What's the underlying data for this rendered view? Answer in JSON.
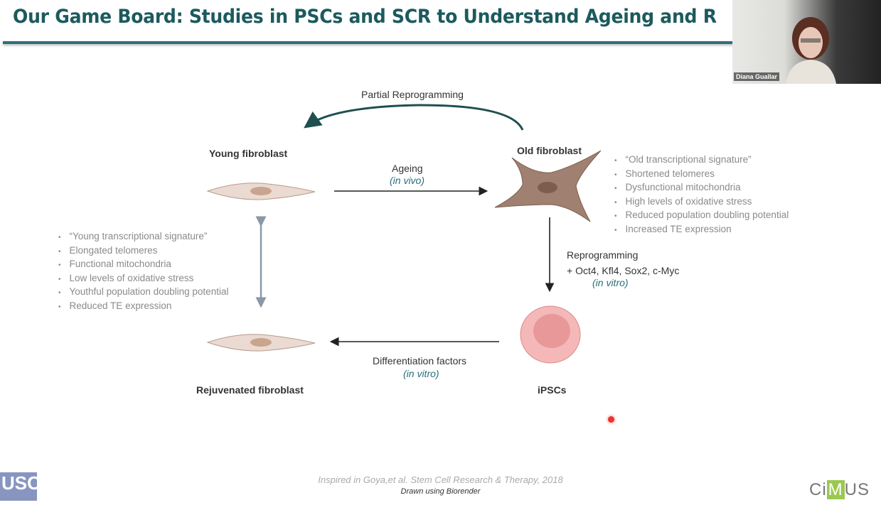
{
  "slide": {
    "title": "Our Game Board: Studies in PSCs and SCR to Understand Ageing and R",
    "participant_name": "Diana Guallar",
    "labels": {
      "partial_reprogramming": "Partial Reprogramming",
      "young": "Young fibroblast",
      "old": "Old fibroblast",
      "ageing": "Ageing",
      "in_vivo": "(in vivo)",
      "reprogramming": "Reprogramming",
      "factors": "+ Oct4, Kfl4, Sox2, c-Myc",
      "in_vitro_1": "(in vitro)",
      "differentiation": "Differentiation factors",
      "in_vitro_2": "(in vitro)",
      "rejuvenated": "Rejuvenated fibroblast",
      "ipscs": "iPSCs"
    },
    "old_traits": [
      "“Old transcriptional signature”",
      "Shortened telomeres",
      "Dysfunctional mitochondria",
      "High levels of oxidative stress",
      "Reduced population doubling potential",
      "Increased TE expression"
    ],
    "young_traits": [
      "“Young transcriptional signature”",
      "Elongated telomeres",
      "Functional mitochondria",
      "Low levels of oxidative stress",
      "Youthful population doubling potential",
      "Reduced TE expression"
    ],
    "citation": "Inspired in Goya,et al. Stem Cell Research & Therapy, 2018",
    "drawn": "Drawn using Biorender",
    "logo_left": "USC",
    "logo_right": "CiMUS"
  }
}
